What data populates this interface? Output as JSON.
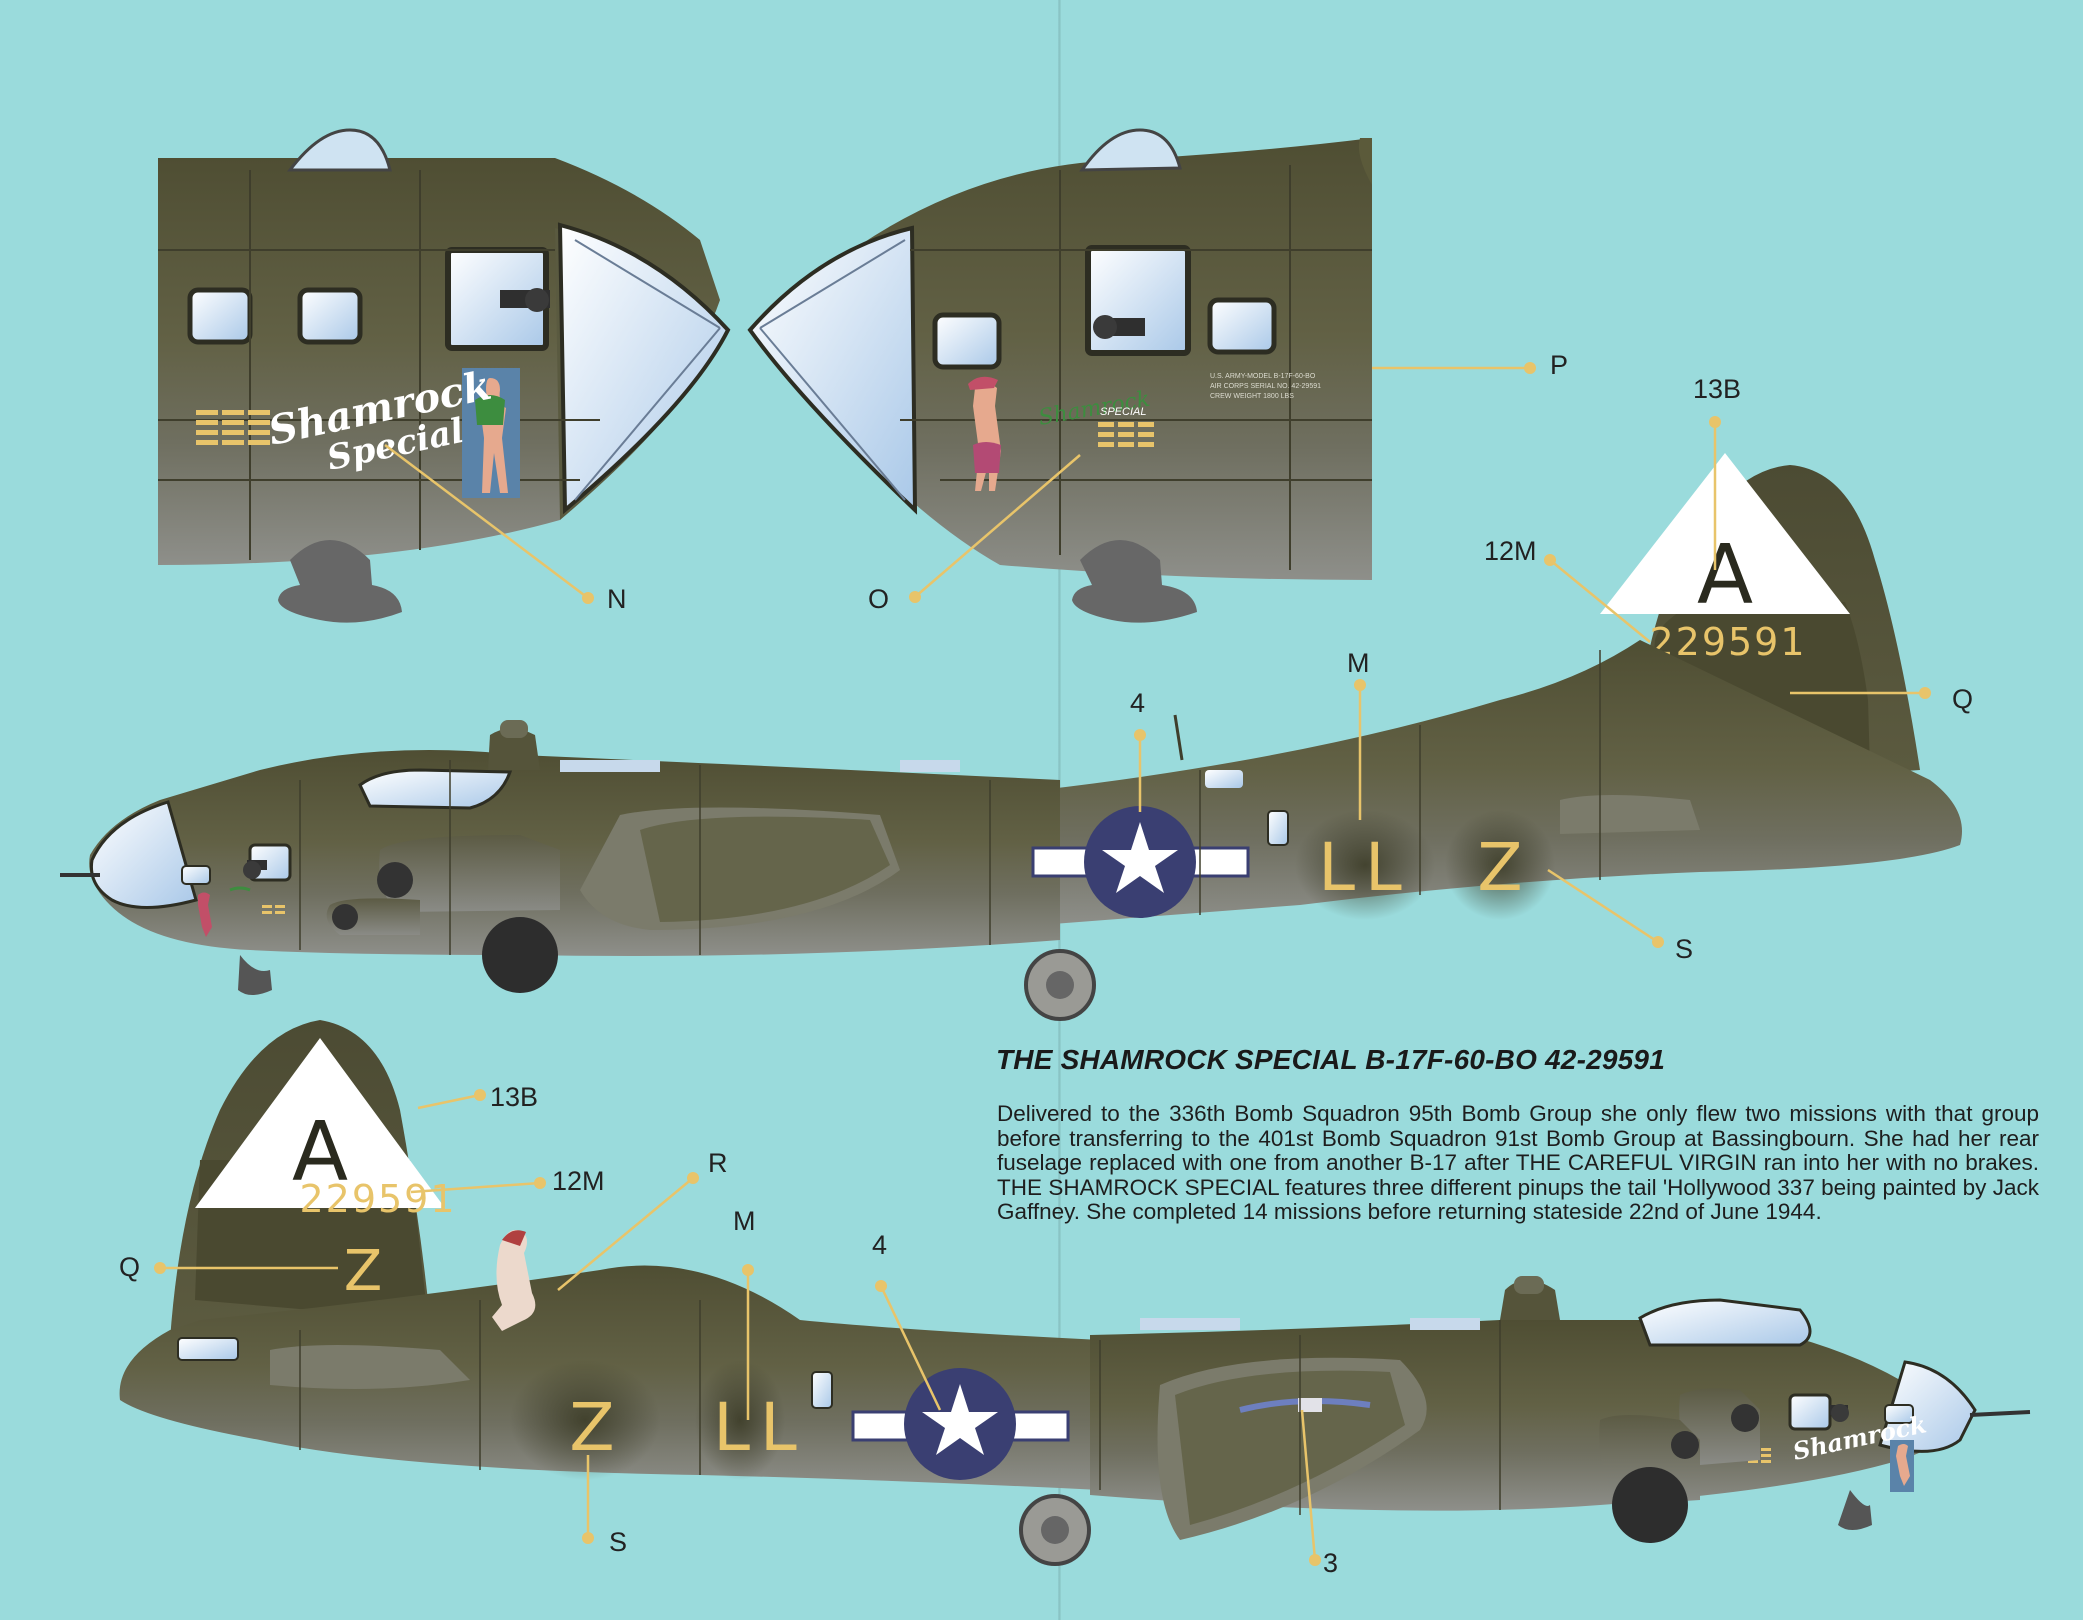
{
  "callouts": {
    "N": "N",
    "O": "O",
    "P": "P",
    "top_13B": "13B",
    "top_12M": "12M",
    "top_M": "M",
    "top_4": "4",
    "top_Q": "Q",
    "top_S": "S",
    "bot_13B": "13B",
    "bot_12M": "12M",
    "bot_R": "R",
    "bot_M": "M",
    "bot_4": "4",
    "bot_Q": "Q",
    "bot_S": "S",
    "bot_3": "3"
  },
  "markings": {
    "tail_letter": "A",
    "serial": "229591",
    "tail_code": "Z",
    "squadron_code": "LL",
    "aircraft_code": "Z",
    "nose_art": "Shamrock Special",
    "nose_art_small": "SPECIAL",
    "stencil_line1": "U.S. ARMY-MODEL B-17F-60-BO",
    "stencil_line2": "AIR CORPS SERIAL NO. 42-29591",
    "stencil_line3": "CREW WEIGHT 1800 LBS"
  },
  "info": {
    "title": "THE SHAMROCK SPECIAL B-17F-60-BO 42-29591",
    "body": "Delivered to the 336th Bomb Squadron 95th Bomb Group she only flew two missions with that group before transferring to the 401st Bomb Squadron 91st Bomb Group at Bassingbourn. She had her rear fuselage replaced with one from another B-17 after THE CAREFUL VIRGIN ran into her with no brakes. THE SHAMROCK SPECIAL features three different pinups the tail 'Hollywood 337 being painted by Jack Gaffney. She completed 14 missions before returning stateside 22nd of June 1944."
  },
  "colors": {
    "background": "#9adbdc",
    "olive_drab": "#5b5a3a",
    "neutral_grey": "#8a8b86",
    "marking_yellow": "#e8c46a",
    "insignia_blue": "#3a3f72",
    "leader_line": "#e8c46a"
  }
}
